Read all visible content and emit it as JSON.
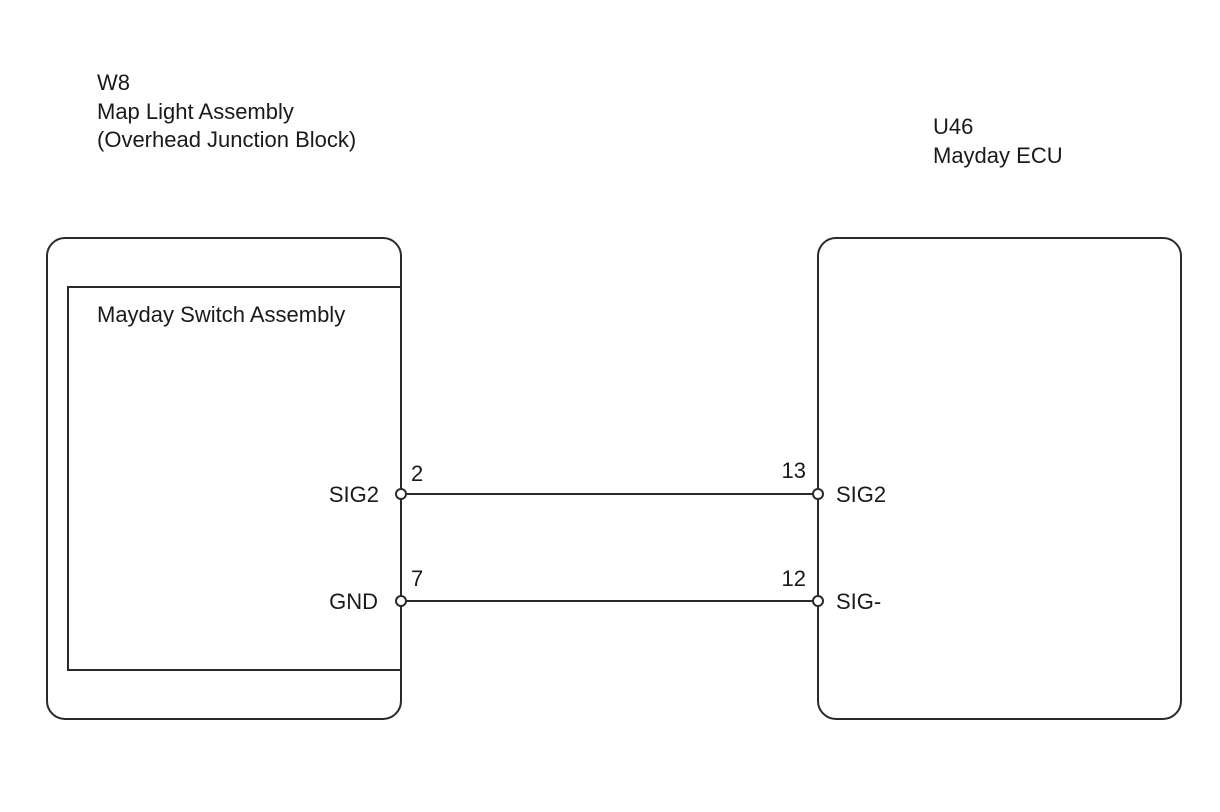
{
  "left_component": {
    "code": "W8",
    "name": "Map Light Assembly",
    "subtitle": "(Overhead Junction Block)",
    "inner_component": {
      "name": "Mayday Switch Assembly"
    },
    "pins": [
      {
        "signal": "SIG2",
        "number": "2"
      },
      {
        "signal": "GND",
        "number": "7"
      }
    ]
  },
  "right_component": {
    "code": "U46",
    "name": "Mayday ECU",
    "pins": [
      {
        "signal": "SIG2",
        "number": "13"
      },
      {
        "signal": "SIG-",
        "number": "12"
      }
    ]
  },
  "connections": [
    {
      "from": "W8-2 SIG2",
      "to": "U46-13 SIG2"
    },
    {
      "from": "W8-7 GND",
      "to": "U46-12 SIG-"
    }
  ]
}
